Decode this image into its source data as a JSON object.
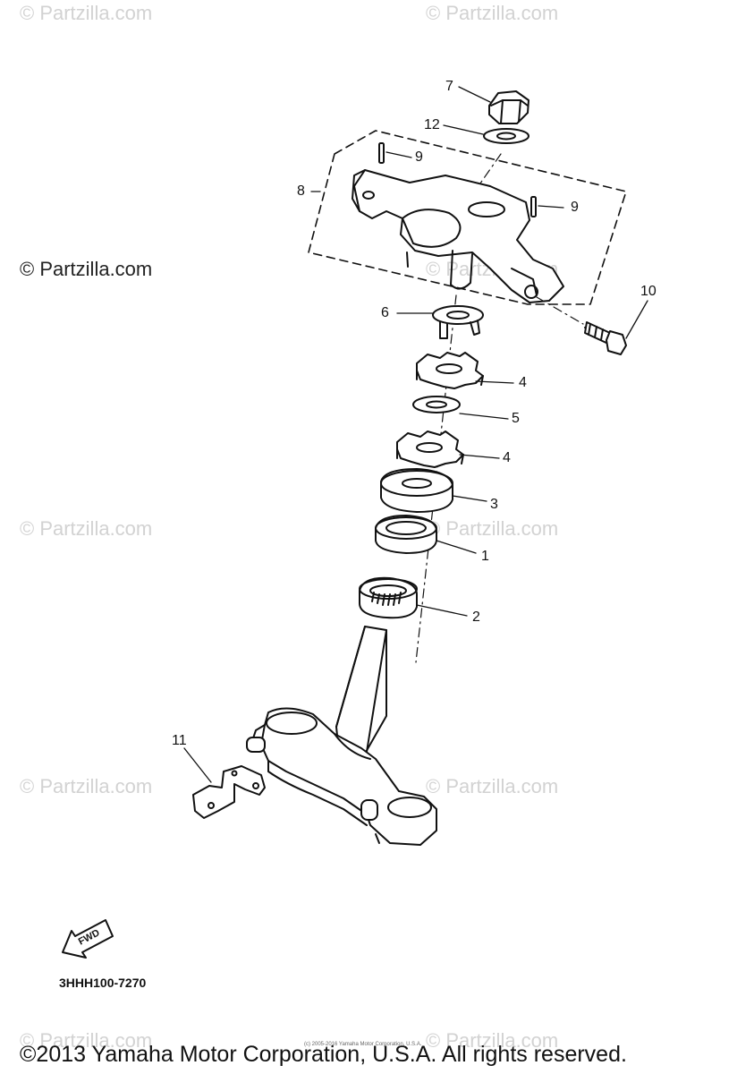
{
  "watermarks": {
    "faint": "© Partzilla.com",
    "dark": "© Partzilla.com"
  },
  "callouts": {
    "c1": "1",
    "c2": "2",
    "c3": "3",
    "c4a": "4",
    "c4b": "4",
    "c5": "5",
    "c6": "6",
    "c7": "7",
    "c8": "8",
    "c9a": "9",
    "c9b": "9",
    "c10": "10",
    "c11": "11",
    "c12": "12"
  },
  "parts": [
    {
      "ref": "1",
      "name": "bearing-outer-race"
    },
    {
      "ref": "2",
      "name": "tapered-roller-bearing"
    },
    {
      "ref": "3",
      "name": "bearing-cover"
    },
    {
      "ref": "4",
      "name": "ring-nut"
    },
    {
      "ref": "5",
      "name": "washer"
    },
    {
      "ref": "6",
      "name": "lock-washer"
    },
    {
      "ref": "7",
      "name": "stem-nut"
    },
    {
      "ref": "8",
      "name": "upper-bracket-assembly"
    },
    {
      "ref": "9",
      "name": "pin"
    },
    {
      "ref": "10",
      "name": "pinch-bolt"
    },
    {
      "ref": "11",
      "name": "hose-bracket"
    },
    {
      "ref": "12",
      "name": "stem-washer"
    }
  ],
  "fwd_label": "FWD",
  "diagram_code": "3HHH100-7270",
  "tiny_notice": "(c) 2005-2016 Yamaha Motor Corporation, U.S.A.",
  "copyright": "©2013 Yamaha Motor Corporation, U.S.A. All rights reserved."
}
